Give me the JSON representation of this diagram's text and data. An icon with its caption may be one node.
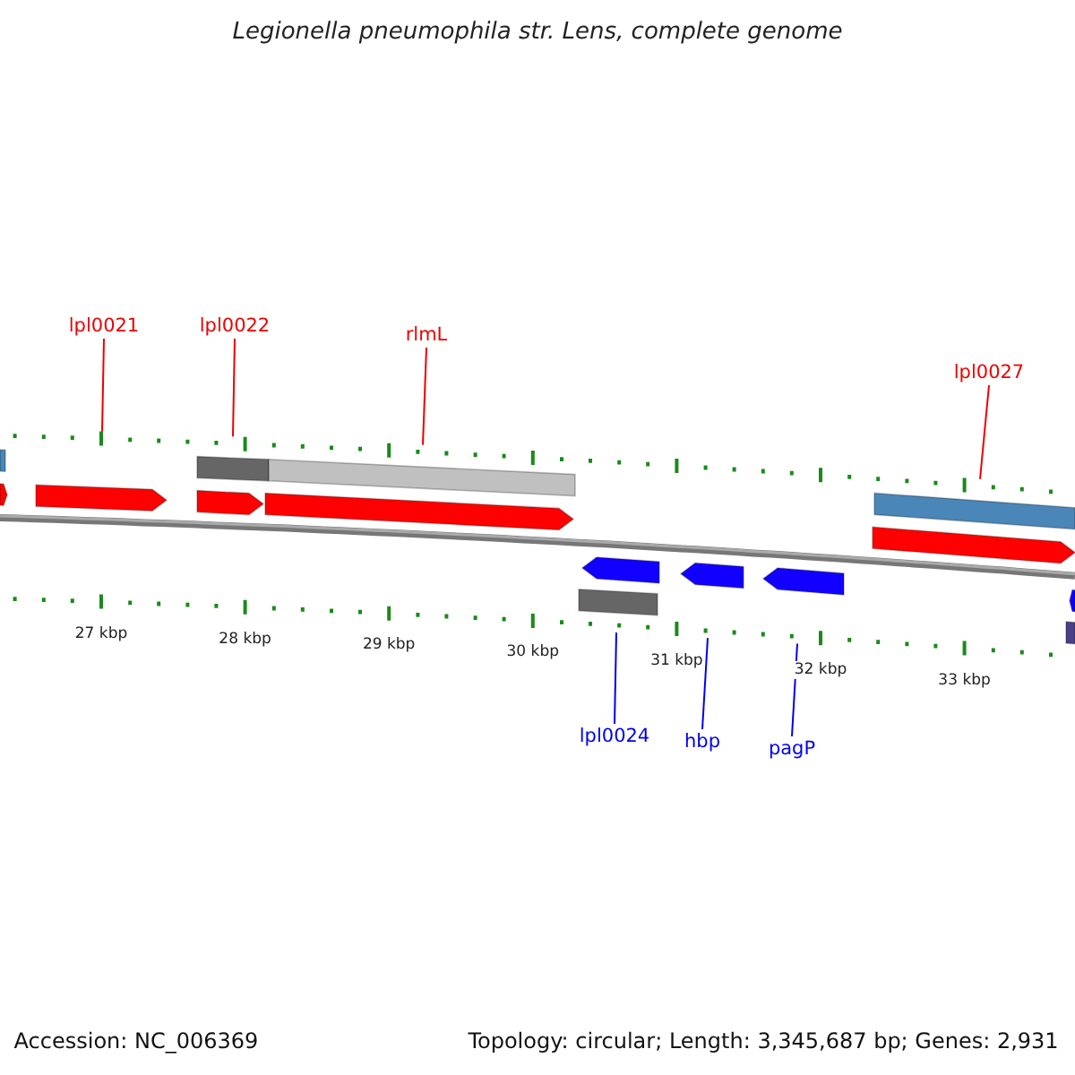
{
  "diagram": {
    "title": "Legionella pneumophila str. Lens, complete genome",
    "nodes": [
      {
        "text": [
          "lpl0021"
        ]
      },
      {
        "text": [
          "lpl0022"
        ]
      },
      {
        "text": [
          "rlmL"
        ]
      },
      {
        "text": [
          "lpl0027"
        ]
      },
      {
        "text": [
          "lpl0024"
        ]
      },
      {
        "text": [
          "hbp"
        ]
      },
      {
        "text": [
          "pagP"
        ]
      },
      {
        "text": [],
        "shape": "ring"
      },
      {
        "text": [],
        "shape": "ring"
      }
    ],
    "edges": [
      {
        "from": 0,
        "to": 7,
        "arrow": "none"
      },
      {
        "from": 1,
        "to": 7,
        "arrow": "none"
      },
      {
        "from": 2,
        "to": 7,
        "arrow": "none"
      },
      {
        "from": 3,
        "to": 7,
        "arrow": "none"
      },
      {
        "from": 4,
        "to": 8,
        "arrow": "none",
        "color": "#0000ee"
      },
      {
        "from": 5,
        "to": 8,
        "arrow": "none",
        "color": "#0000ee"
      },
      {
        "from": 6,
        "to": 8,
        "arrow": "none",
        "color": "#0000ee"
      }
    ],
    "labels": [
      "27 kbp",
      "28 kbp",
      "29 kbp",
      "30 kbp",
      "31 kbp",
      "32 kbp",
      "33 kbp",
      "Accession: NC_006369",
      "Topology: circular; Length: 3,345,687 bp; Genes: 2,931"
    ]
  }
}
